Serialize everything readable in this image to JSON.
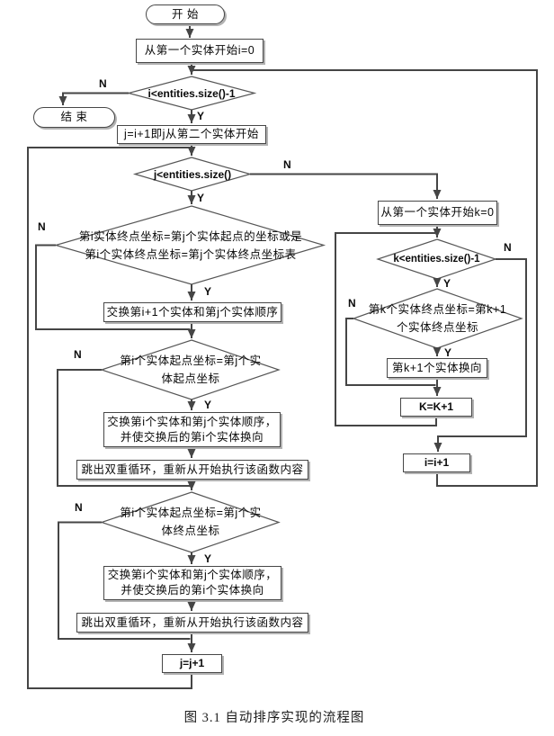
{
  "diagram": {
    "caption": "图 3.1 自动排序实现的流程图",
    "edge_labels": {
      "yes": "Y",
      "no": "N"
    },
    "colors": {
      "line": "#454545",
      "box_border": "#474747",
      "shadow": "#b2b2b2",
      "background": "#ffffff"
    },
    "nodes": {
      "start": {
        "label": "开 始"
      },
      "init_i": {
        "label": "从第一个实体开始i=0"
      },
      "cond_i": {
        "label": "i<entities.size()-1"
      },
      "end": {
        "label": "结 束"
      },
      "init_j": {
        "label": "j=i+1即j从第二个实体开始"
      },
      "cond_j": {
        "label": "j<entities.size()"
      },
      "cond_touch": {
        "label": [
          "第i实体终点坐标=第j个实体起点的坐标或是",
          "第i个实体终点坐标=第j个实体终点坐标表"
        ]
      },
      "swap_adj": {
        "label": "交换第i+1个实体和第j个实体顺序"
      },
      "cond_ss": {
        "label": [
          "第i个实体起点坐标=第j个实",
          "体起点坐标"
        ]
      },
      "swap_rev1": {
        "label": [
          "交换第i个实体和第j个实体顺序，",
          "并使交换后的第i个实体换向"
        ]
      },
      "break1": {
        "label": "跳出双重循环，重新从开始执行该函数内容"
      },
      "cond_se": {
        "label": [
          "第i个实体起点坐标=第j个实",
          "体终点坐标"
        ]
      },
      "swap_rev2": {
        "label": [
          "交换第i个实体和第j个实体顺序，",
          "并使交换后的第i个实体换向"
        ]
      },
      "break2": {
        "label": "跳出双重循环，重新从开始执行该函数内容"
      },
      "inc_j": {
        "label": "j=j+1"
      },
      "init_k": {
        "label": "从第一个实体开始k=0"
      },
      "cond_k": {
        "label": "k<entities.size()-1"
      },
      "cond_kk": {
        "label": [
          "第k个实体终点坐标=第k+1",
          "个实体终点坐标"
        ]
      },
      "rev_k": {
        "label": "第k+1个实体换向"
      },
      "inc_k": {
        "label": "K=K+1"
      },
      "inc_i": {
        "label": "i=i+1"
      }
    }
  }
}
